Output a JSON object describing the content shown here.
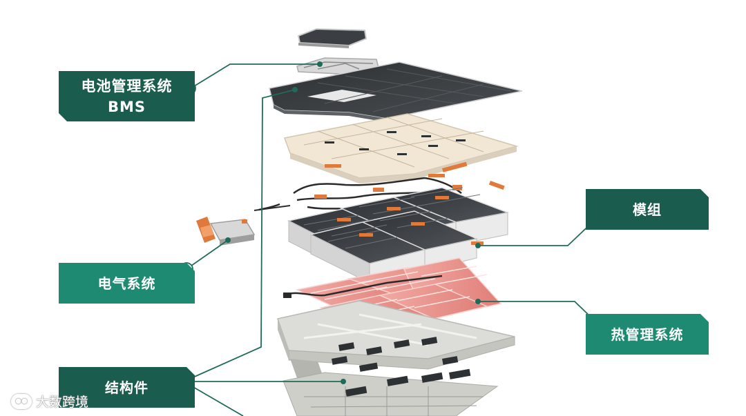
{
  "colors": {
    "label_dark": "#1a5d4e",
    "label_teal": "#1f8a72",
    "leader_line": "#1f6b5a",
    "cell_dark": "#3a3e42",
    "tray": "#d6d6d2",
    "cooling_plate": "#e89a94",
    "busbar": "#e07a3c",
    "insulation_sheet": "#efe6d4"
  },
  "labels": {
    "bms": [
      "电池管理系统",
      "BMS"
    ],
    "module": "模组",
    "electrical": "电气系统",
    "thermal": "热管理系统",
    "structure": "结构件"
  },
  "watermark": "大数跨境"
}
